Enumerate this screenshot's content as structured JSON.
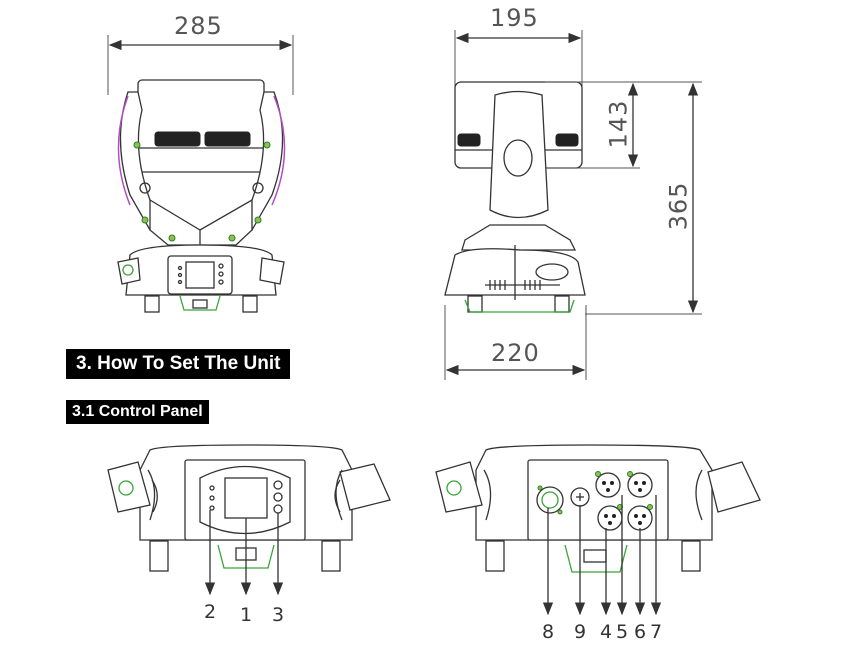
{
  "dimensions": {
    "front_width": "285",
    "side_width": "195",
    "head_height": "143",
    "total_height": "365",
    "base_width": "220"
  },
  "sections": {
    "how_to_set": "3. How To Set The Unit",
    "control_panel": "3.1 Control Panel"
  },
  "callouts": {
    "front": [
      "2",
      "1",
      "3"
    ],
    "rear": [
      "8",
      "9",
      "4",
      "5",
      "6",
      "7"
    ]
  },
  "colors": {
    "outline": "#333333",
    "accent_green": "#3aa33a",
    "accent_purple": "#b04fc0",
    "heading_bg": "#000000"
  }
}
